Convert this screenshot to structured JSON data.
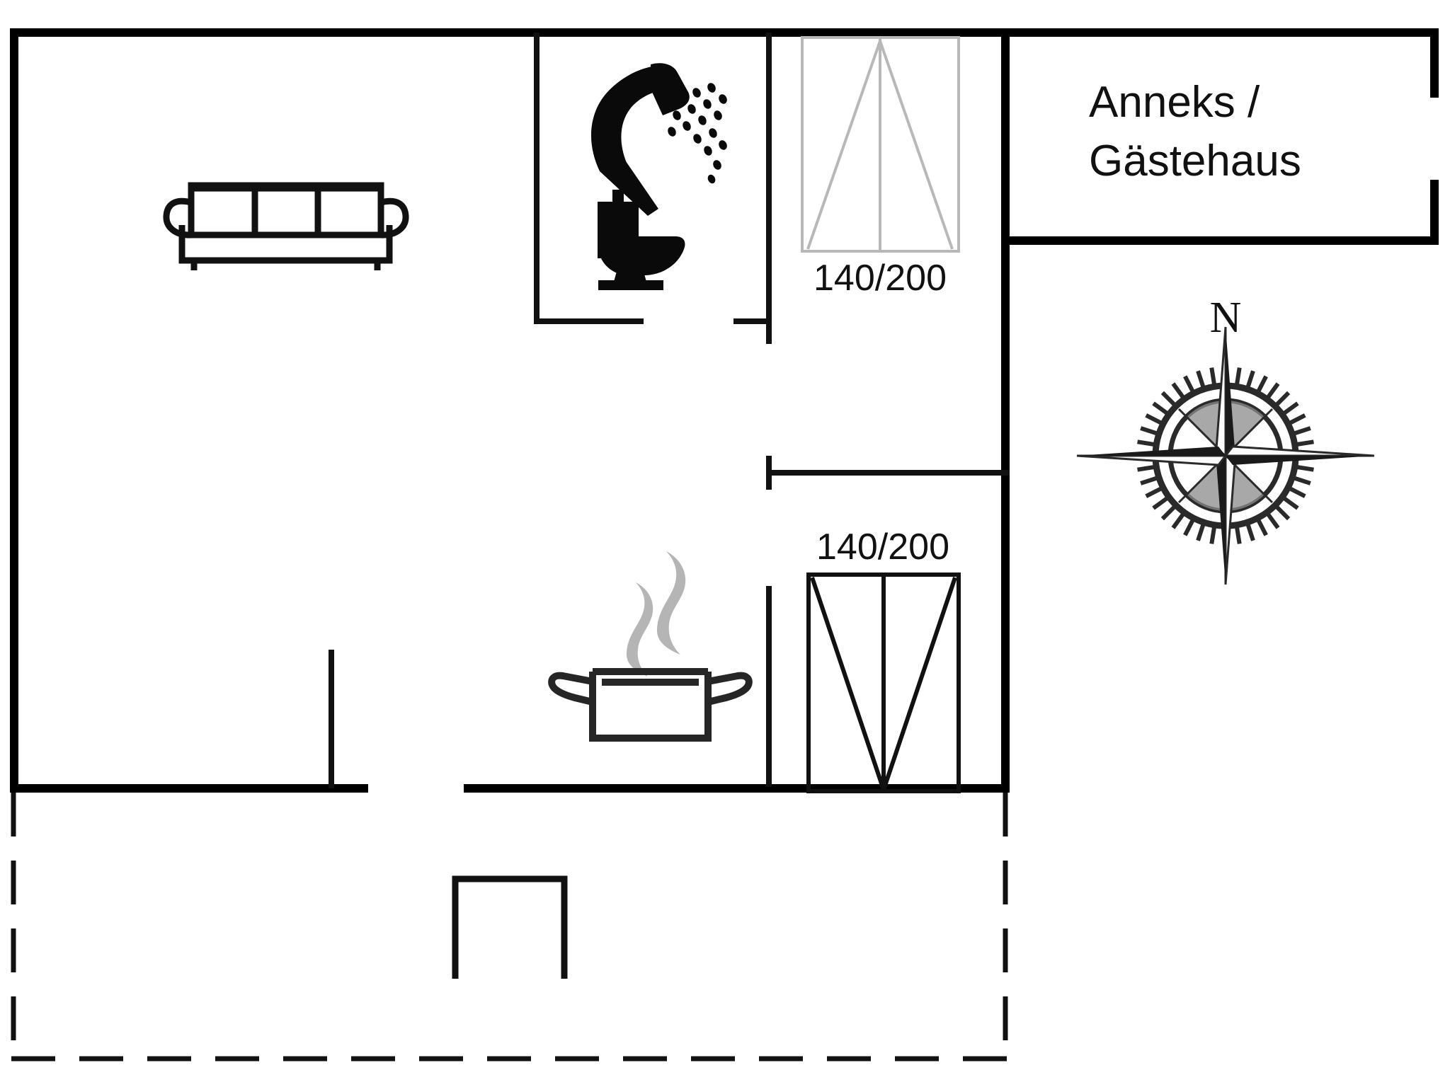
{
  "document": {
    "type": "floor-plan",
    "title": "Anneks / Gästehaus",
    "orientation_label": "N",
    "background_color": "#ffffff",
    "wall_color": "#000000",
    "furniture_color": "#111111",
    "light_line_color": "#b8b8b8",
    "steam_color": "#b5b5b5"
  },
  "labels": {
    "annex_line1": "Anneks /",
    "annex_line2": "Gästehaus",
    "bed_upper_size": "140/200",
    "bed_lower_size": "140/200",
    "compass_north": "N"
  },
  "icons": {
    "sofa": "sofa-icon",
    "shower": "shower-icon",
    "toilet": "toilet-icon",
    "cooking_pot": "cooking-pot-icon",
    "bed_upper": "bed-icon",
    "bed_lower": "bed-icon",
    "compass": "compass-rose-icon"
  },
  "rooms": [
    {
      "name": "living-room",
      "features": [
        "sofa-icon"
      ]
    },
    {
      "name": "bathroom",
      "features": [
        "shower-icon",
        "toilet-icon"
      ]
    },
    {
      "name": "bedroom-upper",
      "features": [
        "bed-icon"
      ],
      "bed_size": "140/200"
    },
    {
      "name": "bedroom-lower",
      "features": [
        "bed-icon"
      ],
      "bed_size": "140/200"
    },
    {
      "name": "kitchen",
      "features": [
        "cooking-pot-icon"
      ]
    },
    {
      "name": "terrace",
      "outline": "dashed"
    }
  ]
}
